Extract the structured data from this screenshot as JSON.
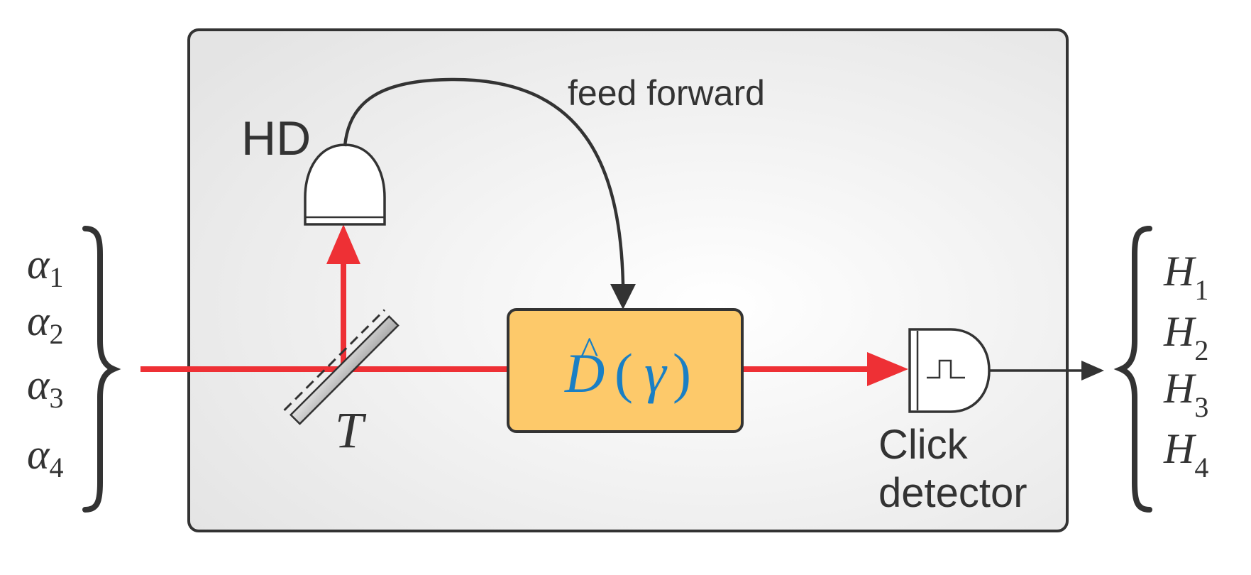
{
  "diagram": {
    "hd_label": "HD",
    "feed_forward_label": "feed forward",
    "splitter_label": "T",
    "operator": {
      "symbol": "D",
      "hat": "^",
      "open_paren": "(",
      "argument": "γ",
      "close_paren": ")"
    },
    "click_detector_label_line1": "Click",
    "click_detector_label_line2": "detector",
    "inputs": [
      {
        "base": "α",
        "sub": "1"
      },
      {
        "base": "α",
        "sub": "2"
      },
      {
        "base": "α",
        "sub": "3"
      },
      {
        "base": "α",
        "sub": "4"
      }
    ],
    "outputs": [
      {
        "base": "H",
        "sub": "1"
      },
      {
        "base": "H",
        "sub": "2"
      },
      {
        "base": "H",
        "sub": "3"
      },
      {
        "base": "H",
        "sub": "4"
      }
    ],
    "colors": {
      "beam": "#ee3035",
      "operator_box": "#fdc96a",
      "operator_text": "#1a7fc4",
      "stroke": "#333333",
      "panel": "#eeeeee"
    }
  }
}
